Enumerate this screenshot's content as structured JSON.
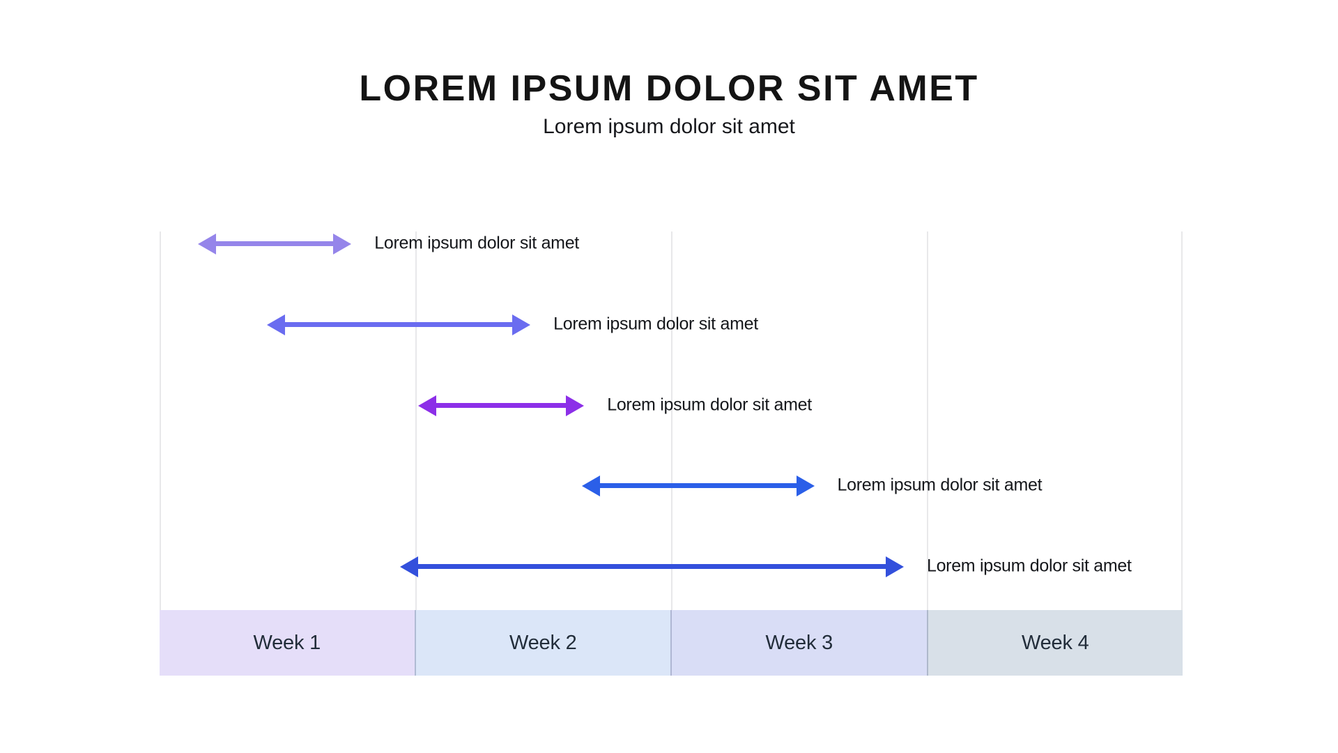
{
  "header": {
    "title": "LOREM IPSUM DOLOR SIT AMET",
    "subtitle": "Lorem ipsum dolor sit amet"
  },
  "chart_data": {
    "type": "gantt",
    "orientation": "horizontal",
    "title": "LOREM IPSUM DOLOR SIT AMET",
    "subtitle": "Lorem ipsum dolor sit amet",
    "x_axis": {
      "unit": "week",
      "range": [
        0,
        4
      ],
      "categories": [
        "Week 1",
        "Week 2",
        "Week 3",
        "Week 4"
      ],
      "grid": true
    },
    "tasks": [
      {
        "label": "Lorem ipsum dolor sit amet",
        "start_week": 0.15,
        "end_week": 0.75,
        "color": "#9585ea"
      },
      {
        "label": "Lorem ipsum dolor sit amet",
        "start_week": 0.42,
        "end_week": 1.45,
        "color": "#6a6cf0"
      },
      {
        "label": "Lorem ipsum dolor sit amet",
        "start_week": 1.01,
        "end_week": 1.66,
        "color": "#8c2fe8"
      },
      {
        "label": "Lorem ipsum dolor sit amet",
        "start_week": 1.65,
        "end_week": 2.56,
        "color": "#2b5fe8"
      },
      {
        "label": "Lorem ipsum dolor sit amet",
        "start_week": 0.94,
        "end_week": 2.91,
        "color": "#3350dc"
      }
    ],
    "week_cells": [
      {
        "label": "Week 1",
        "fill": "#e5def9"
      },
      {
        "label": "Week 2",
        "fill": "#dbe6f8"
      },
      {
        "label": "Week 3",
        "fill": "#d9ddf6"
      },
      {
        "label": "Week 4",
        "fill": "#d8e0e8"
      }
    ],
    "colors": {
      "gridline": "#e8e8ea",
      "cell_separator": "#adb5ce",
      "task_label_text": "#15171b",
      "week_label_text": "#222d3a",
      "title_text": "#141414"
    }
  }
}
